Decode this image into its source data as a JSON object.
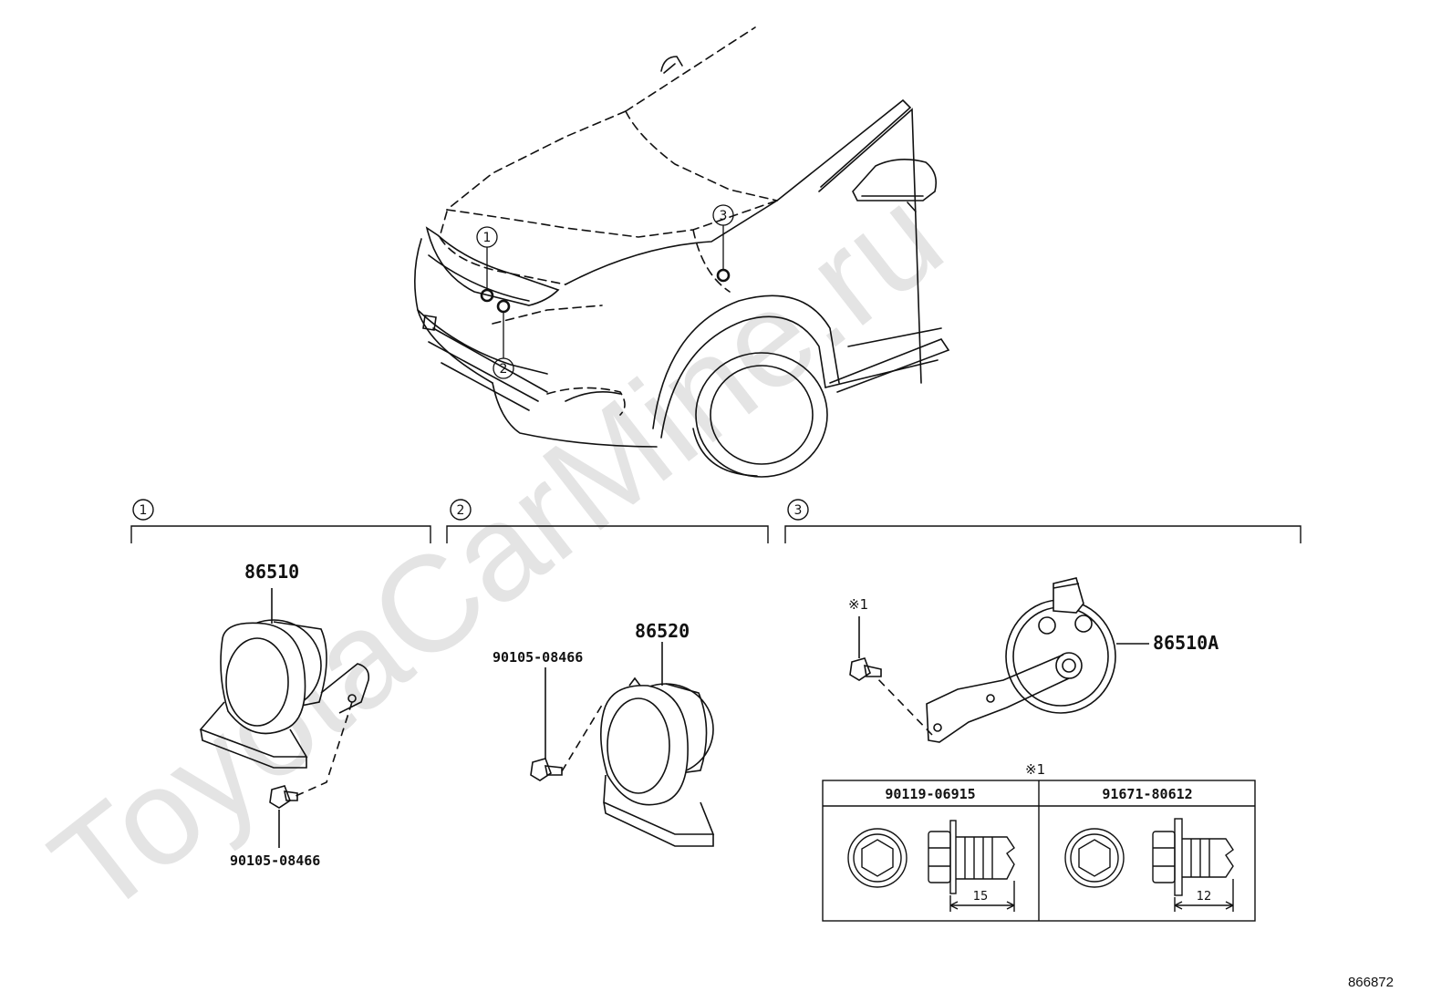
{
  "watermark": "ToyotaCarMine.ru",
  "document_id": "866872",
  "callouts": [
    "1",
    "2",
    "3"
  ],
  "parts": {
    "horn_1": "86510",
    "bolt_1": "90105-08466",
    "horn_2": "86520",
    "bolt_2": "90105-08466",
    "horn_3": "86510A",
    "note_mark": "※1"
  },
  "table": {
    "mark": "※1",
    "columns": [
      {
        "part_no": "90119-06915",
        "dimension": "15"
      },
      {
        "part_no": "91671-80612",
        "dimension": "12"
      }
    ]
  }
}
